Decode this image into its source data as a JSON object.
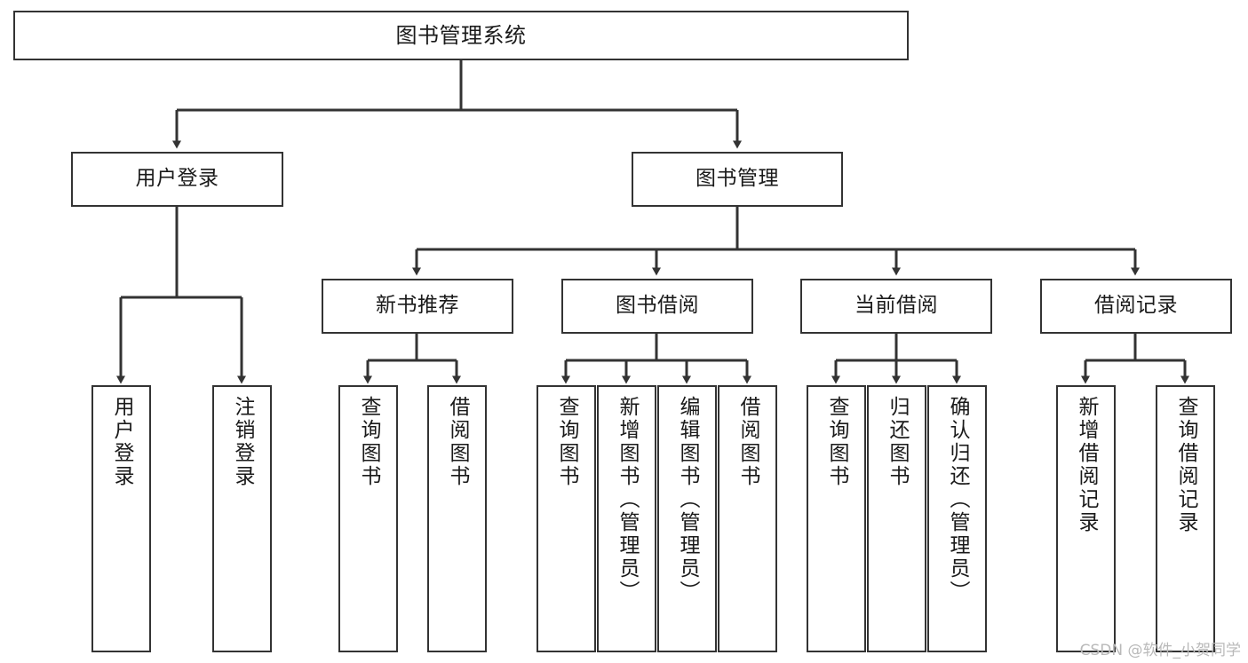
{
  "diagram": {
    "title": "图书管理系统",
    "type": "tree-hierarchy",
    "watermark": "CSDN @软件_小贺同学",
    "colors": {
      "node_border": "#333333",
      "node_fill": "#ffffff",
      "edge": "#333333",
      "text": "#1a1a1a",
      "watermark": "#b9b9b9"
    },
    "nodes": {
      "root": {
        "label": "图书管理系统"
      },
      "level2": [
        {
          "id": "user-login",
          "label": "用户登录"
        },
        {
          "id": "book-management",
          "label": "图书管理"
        }
      ],
      "level3": [
        {
          "id": "new-book-recommend",
          "label": "新书推荐"
        },
        {
          "id": "book-borrow",
          "label": "图书借阅"
        },
        {
          "id": "current-borrow",
          "label": "当前借阅"
        },
        {
          "id": "borrow-record",
          "label": "借阅记录"
        }
      ],
      "leaves": {
        "user-login": [
          {
            "id": "leaf-user-login",
            "label": "用户登录"
          },
          {
            "id": "leaf-logout-login",
            "label": "注销登录"
          }
        ],
        "new-book-recommend": [
          {
            "id": "leaf-query-book-1",
            "label": "查询图书"
          },
          {
            "id": "leaf-borrow-book-1",
            "label": "借阅图书"
          }
        ],
        "book-borrow": [
          {
            "id": "leaf-query-book-2",
            "label": "查询图书"
          },
          {
            "id": "leaf-add-book",
            "label": "新增图书（管理员）"
          },
          {
            "id": "leaf-edit-book",
            "label": "编辑图书（管理员）"
          },
          {
            "id": "leaf-borrow-book-2",
            "label": "借阅图书"
          }
        ],
        "current-borrow": [
          {
            "id": "leaf-query-book-3",
            "label": "查询图书"
          },
          {
            "id": "leaf-return-book",
            "label": "归还图书"
          },
          {
            "id": "leaf-confirm-return",
            "label": "确认归还（管理员）"
          }
        ],
        "borrow-record": [
          {
            "id": "leaf-add-record",
            "label": "新增借阅记录"
          },
          {
            "id": "leaf-query-record",
            "label": "查询借阅记录"
          }
        ]
      }
    }
  }
}
